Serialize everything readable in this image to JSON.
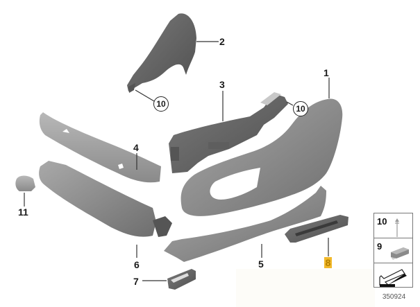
{
  "diagram": {
    "type": "exploded parts diagram",
    "subject": "seat side trim panels",
    "colors": {
      "part_fill": "#8e8e8e",
      "part_shadow": "#6a6a6a",
      "part_highlight": "#b4b4b4",
      "leader_line": "#333333",
      "highlight_label_bg": "#f2b92b"
    },
    "parts": [
      {
        "id": "1",
        "label": "1",
        "desc": "seat side panel (main trim)"
      },
      {
        "id": "2",
        "label": "2",
        "desc": "upper rear cover"
      },
      {
        "id": "3",
        "label": "3",
        "desc": "switch carrier bracket"
      },
      {
        "id": "4",
        "label": "4",
        "desc": "long trim strip"
      },
      {
        "id": "5",
        "label": "5",
        "desc": "lower sill trim"
      },
      {
        "id": "6",
        "label": "6",
        "desc": "inner cover with mount"
      },
      {
        "id": "7",
        "label": "7",
        "desc": "small clip"
      },
      {
        "id": "8",
        "label": "8",
        "desc": "rail cover",
        "highlighted": true
      },
      {
        "id": "11",
        "label": "11",
        "desc": "end cap"
      }
    ],
    "callouts": [
      {
        "label": "10",
        "circled": true,
        "position": "upper-left near part 2"
      },
      {
        "label": "10",
        "circled": true,
        "position": "near part 3 tip"
      }
    ],
    "legend": {
      "items": [
        {
          "label": "10",
          "icon": "screw-icon"
        },
        {
          "label": "9",
          "icon": "clip-icon"
        },
        {
          "label": "",
          "icon": "arrow-left-down-icon"
        }
      ]
    },
    "code": "350924"
  }
}
